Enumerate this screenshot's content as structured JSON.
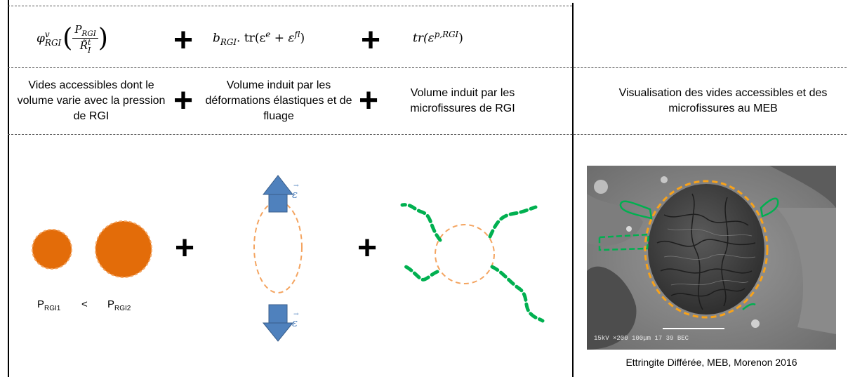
{
  "formulas": {
    "f1_phi": "φ",
    "f1_sup": "v",
    "f1_sub": "RGI",
    "f1_num": "P",
    "f1_num_sub": "RGI",
    "f1_den": "R̃",
    "f1_den_sup": "t",
    "f1_den_sub": "I",
    "f2_b": "b",
    "f2_b_sub": "RGI",
    "f2_rest": ". tr(ε",
    "f2_sup_e": "e",
    "f2_plus": " + ε",
    "f2_sup_fl": "fl",
    "f2_close": ")",
    "f3_tr": "tr(ε",
    "f3_sup": "p,RGI",
    "f3_close": ")"
  },
  "plus_symbol": "+",
  "descriptions": {
    "col1": "Vides accessibles dont le volume varie avec la pression de RGI",
    "col2": "Volume induit par les déformations élastiques et de fluage",
    "col3": "Volume induit par les microfissures de RGI",
    "col4": "Visualisation des vides accessibles et des microfissures au MEB"
  },
  "pressure": {
    "p": "P",
    "sub1": "RGI1",
    "lt": "<",
    "sub2": "RGI2"
  },
  "epsilon_label": "ε",
  "sem": {
    "caption": "Ettringite Différée, MEB, Morenon 2016",
    "footer": "15kV   ×200  100μm          17 39 BEC"
  },
  "colors": {
    "orange": "#E36C09",
    "orange_dash": "#F4A460",
    "green": "#00B050",
    "arrow": "#4F81BD",
    "grid": "#555555"
  }
}
